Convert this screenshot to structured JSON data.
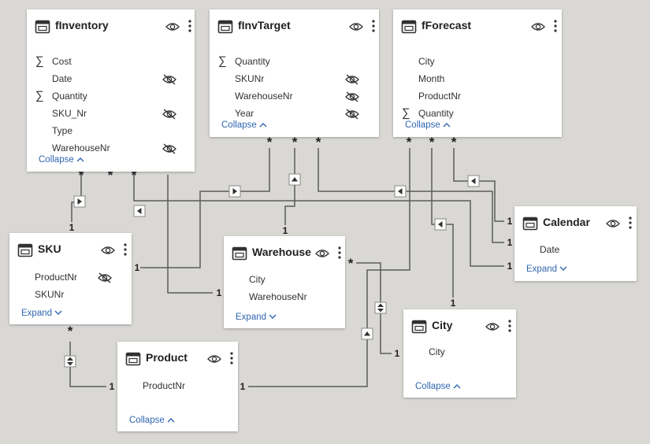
{
  "colors": {
    "canvas": "#d9d8d5",
    "card": "#ffffff",
    "accent_link": "#2f66b0",
    "line": "#5b5b5b"
  },
  "tables": [
    {
      "id": "finventory",
      "title": "fInventory",
      "toggle": "Collapse",
      "fields": [
        {
          "name": "Cost",
          "measure": true,
          "hidden": false
        },
        {
          "name": "Date",
          "measure": false,
          "hidden": true
        },
        {
          "name": "Quantity",
          "measure": true,
          "hidden": false
        },
        {
          "name": "SKU_Nr",
          "measure": false,
          "hidden": true
        },
        {
          "name": "Type",
          "measure": false,
          "hidden": false
        },
        {
          "name": "WarehouseNr",
          "measure": false,
          "hidden": true
        }
      ]
    },
    {
      "id": "finvtarget",
      "title": "fInvTarget",
      "toggle": "Collapse",
      "fields": [
        {
          "name": "Quantity",
          "measure": true,
          "hidden": false
        },
        {
          "name": "SKUNr",
          "measure": false,
          "hidden": true
        },
        {
          "name": "WarehouseNr",
          "measure": false,
          "hidden": true
        },
        {
          "name": "Year",
          "measure": false,
          "hidden": true
        }
      ]
    },
    {
      "id": "fforecast",
      "title": "fForecast",
      "toggle": "Collapse",
      "fields": [
        {
          "name": "City",
          "measure": false,
          "hidden": false
        },
        {
          "name": "Month",
          "measure": false,
          "hidden": false
        },
        {
          "name": "ProductNr",
          "measure": false,
          "hidden": false
        },
        {
          "name": "Quantity",
          "measure": true,
          "hidden": false
        }
      ]
    },
    {
      "id": "sku",
      "title": "SKU",
      "toggle": "Expand",
      "fields": [
        {
          "name": "ProductNr",
          "measure": false,
          "hidden": true
        },
        {
          "name": "SKUNr",
          "measure": false,
          "hidden": false
        }
      ]
    },
    {
      "id": "warehouse",
      "title": "Warehouse",
      "toggle": "Expand",
      "fields": [
        {
          "name": "City",
          "measure": false,
          "hidden": false
        },
        {
          "name": "WarehouseNr",
          "measure": false,
          "hidden": false
        }
      ]
    },
    {
      "id": "calendar",
      "title": "Calendar",
      "toggle": "Expand",
      "fields": [
        {
          "name": "Date",
          "measure": false,
          "hidden": false
        }
      ]
    },
    {
      "id": "city",
      "title": "City",
      "toggle": "Collapse",
      "fields": [
        {
          "name": "City",
          "measure": false,
          "hidden": false
        }
      ]
    },
    {
      "id": "product",
      "title": "Product",
      "toggle": "Collapse",
      "fields": [
        {
          "name": "ProductNr",
          "measure": false,
          "hidden": false
        }
      ]
    }
  ],
  "relationships": [
    {
      "from": "finventory",
      "from_card": "*",
      "to": "sku",
      "to_card": "1",
      "direction": "single"
    },
    {
      "from": "finventory",
      "from_card": "*",
      "to": "warehouse",
      "to_card": "1",
      "direction": "single"
    },
    {
      "from": "finventory",
      "from_card": "*",
      "to": "calendar",
      "to_card": "1",
      "direction": "single"
    },
    {
      "from": "finvtarget",
      "from_card": "*",
      "to": "sku",
      "to_card": "1",
      "direction": "single"
    },
    {
      "from": "finvtarget",
      "from_card": "*",
      "to": "warehouse",
      "to_card": "1",
      "direction": "single"
    },
    {
      "from": "finvtarget",
      "from_card": "*",
      "to": "calendar",
      "to_card": "1",
      "direction": "single"
    },
    {
      "from": "fforecast",
      "from_card": "*",
      "to": "product",
      "to_card": "1",
      "direction": "single"
    },
    {
      "from": "fforecast",
      "from_card": "*",
      "to": "city",
      "to_card": "1",
      "direction": "single"
    },
    {
      "from": "fforecast",
      "from_card": "*",
      "to": "calendar",
      "to_card": "1",
      "direction": "single"
    },
    {
      "from": "sku",
      "from_card": "*",
      "to": "product",
      "to_card": "1",
      "direction": "both"
    },
    {
      "from": "warehouse",
      "from_card": "*",
      "to": "city",
      "to_card": "1",
      "direction": "both"
    }
  ]
}
